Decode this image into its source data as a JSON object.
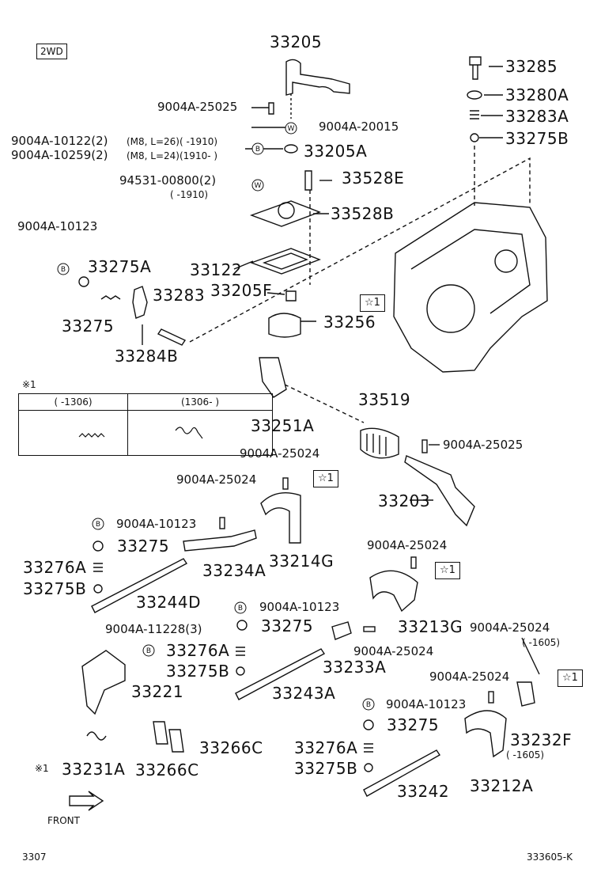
{
  "tag_2wd": "2WD",
  "star_mark": "☆1",
  "callout_mark": "※1",
  "subtable": {
    "col1": "(      -1306)",
    "col2": "(1306-      )"
  },
  "labels": {
    "p33205": "33205",
    "p9004a25025_top": "9004A-25025",
    "p9004a20015": "9004A-20015",
    "p9004a10122": "9004A-10122(2)",
    "p9004a10122_spec": "(M8, L=26)(      -1910)",
    "p9004a10259": "9004A-10259(2)",
    "p9004a10259_spec": "(M8, L=24)(1910-      )",
    "p33205a": "33205A",
    "p94531": "94531-00800(2)",
    "p94531_spec": "(      -1910)",
    "p33528e": "33528E",
    "p33528b": "33528B",
    "p9004a10123_left": "9004A-10123",
    "p33275a": "33275A",
    "p33122": "33122",
    "p33205f": "33205F",
    "p33275_left": "33275",
    "p33283": "33283",
    "p33256": "33256",
    "p33284b": "33284B",
    "p33285": "33285",
    "p33280a": "33280A",
    "p33283a": "33283A",
    "p33275b_top": "33275B",
    "p33519": "33519",
    "p33251a": "33251A",
    "p9004a25025_mid": "9004A-25025",
    "p9004a25024_a": "9004A-25024",
    "p9004a25024_b": "9004A-25024",
    "p33203": "33203",
    "p9004a10123_b": "9004A-10123",
    "p33275_b": "33275",
    "p33276a_b": "33276A",
    "p33275b_b": "33275B",
    "p33234a": "33234A",
    "p33214g": "33214G",
    "p33244d": "33244D",
    "p9004a25024_c": "9004A-25024",
    "p9004a10123_c": "9004A-10123",
    "p33275_c": "33275",
    "p33213g": "33213G",
    "p9004a11228": "9004A-11228(3)",
    "p33276a_c": "33276A",
    "p33275b_c": "33275B",
    "p9004a25024_d": "9004A-25024",
    "p33233a": "33233A",
    "p33221": "33221",
    "p33243a": "33243A",
    "p9004a25024_e": "9004A-25024",
    "p1605_a": "(      -1605)",
    "p9004a25024_f": "9004A-25024",
    "p9004a10123_d": "9004A-10123",
    "p33275_d": "33275",
    "p33276a_d": "33276A",
    "p33275b_d": "33275B",
    "p33232f": "33232F",
    "p1605_b": "(      -1605)",
    "p33266c_a": "33266C",
    "p33266c_b": "33266C",
    "p33231a": "33231A",
    "p33242": "33242",
    "p33212a": "33212A",
    "front": "FRONT",
    "page_left": "3307",
    "page_right": "333605-K"
  },
  "markers": {
    "b": "B",
    "w": "W"
  }
}
